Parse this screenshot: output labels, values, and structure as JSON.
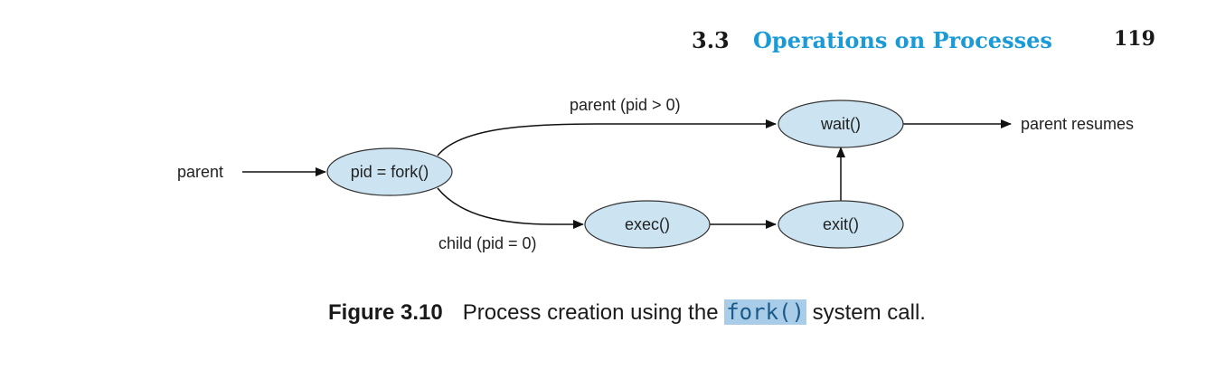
{
  "header": {
    "section_number": "3.3",
    "section_title": "Operations on Processes",
    "page_number": "119",
    "title_color": "#1a9ad6"
  },
  "diagram": {
    "node_fill": "#cce4f2",
    "nodes": {
      "fork": "pid = fork()",
      "wait": "wait()",
      "exec": "exec()",
      "exit": "exit()"
    },
    "labels": {
      "parent_input": "parent",
      "parent_branch": "parent (pid > 0)",
      "child_branch": "child (pid = 0)",
      "parent_resumes": "parent resumes"
    }
  },
  "caption": {
    "figure_label": "Figure 3.10",
    "text_before": "Process creation using the ",
    "code": "fork()",
    "text_after": " system call."
  }
}
